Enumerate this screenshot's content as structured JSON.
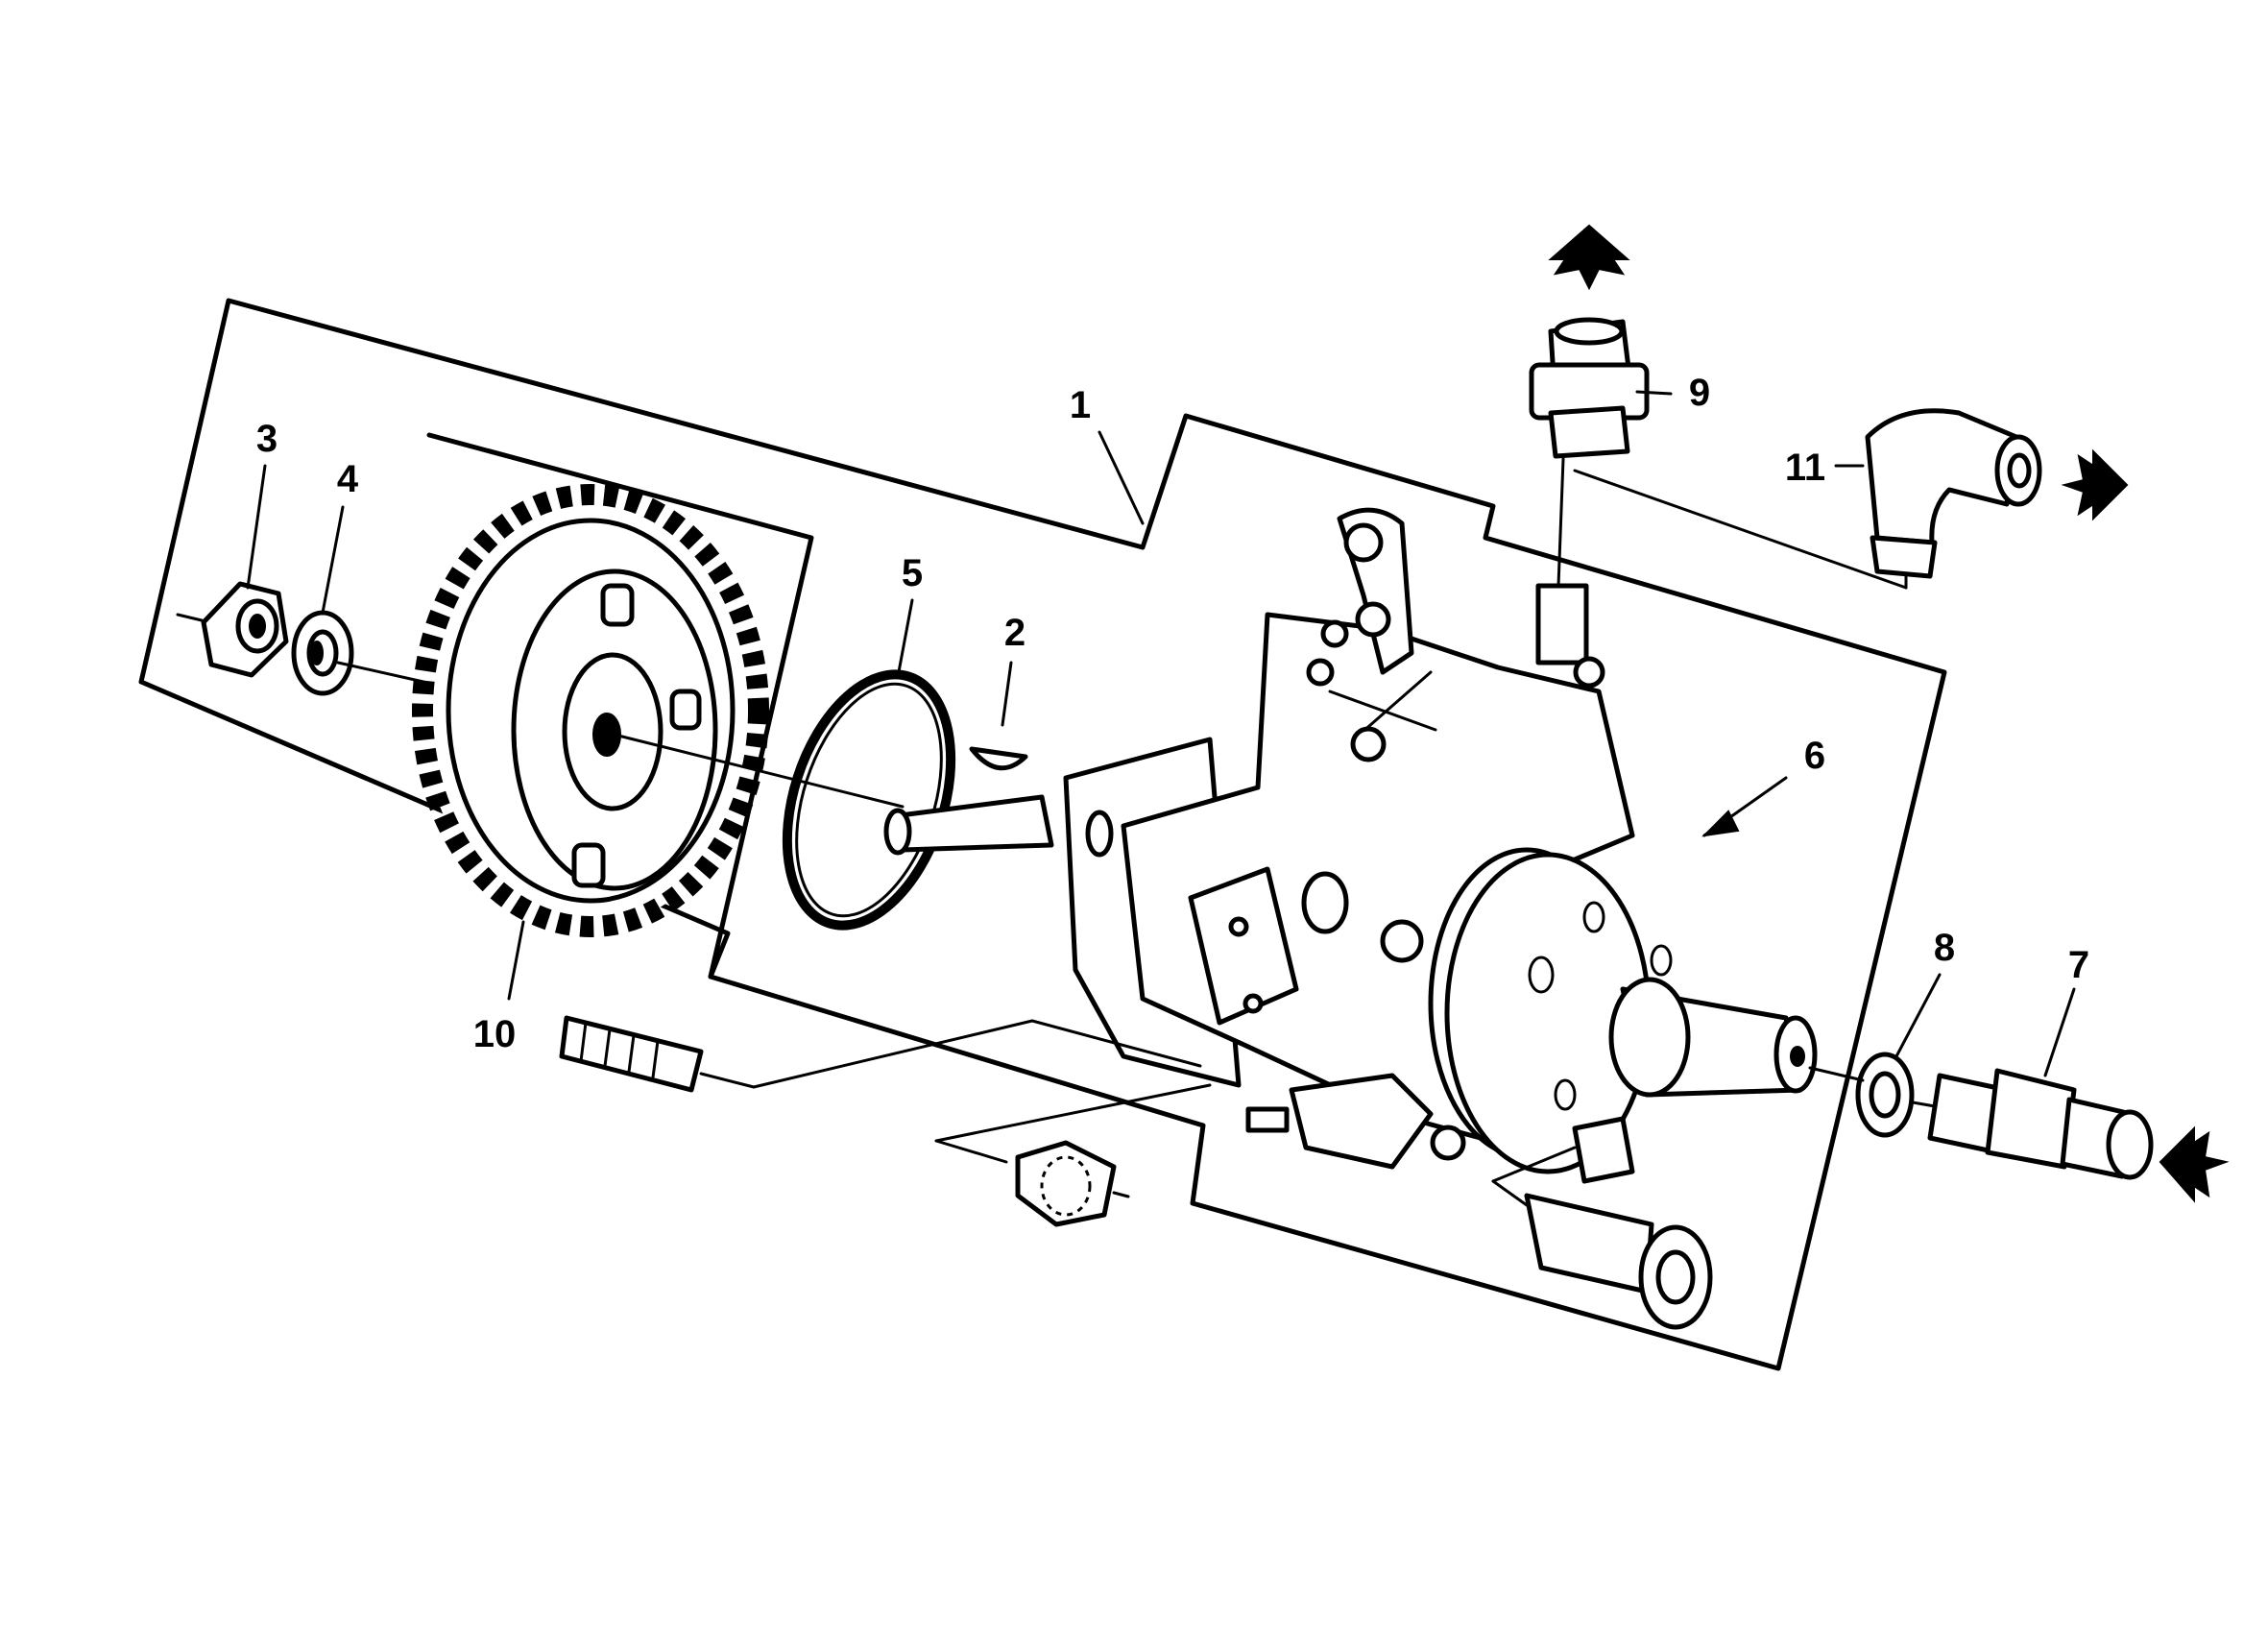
{
  "callouts": [
    {
      "id": "1",
      "label": "1"
    },
    {
      "id": "2",
      "label": "2"
    },
    {
      "id": "3",
      "label": "3"
    },
    {
      "id": "4",
      "label": "4"
    },
    {
      "id": "5",
      "label": "5"
    },
    {
      "id": "6",
      "label": "6"
    },
    {
      "id": "7",
      "label": "7"
    },
    {
      "id": "8",
      "label": "8"
    },
    {
      "id": "9",
      "label": "9"
    },
    {
      "id": "10",
      "label": "10"
    },
    {
      "id": "11",
      "label": "11"
    }
  ],
  "colors": {
    "line": "#000000",
    "background": "#ffffff"
  },
  "icons": [
    "flow-arrow-icon"
  ]
}
